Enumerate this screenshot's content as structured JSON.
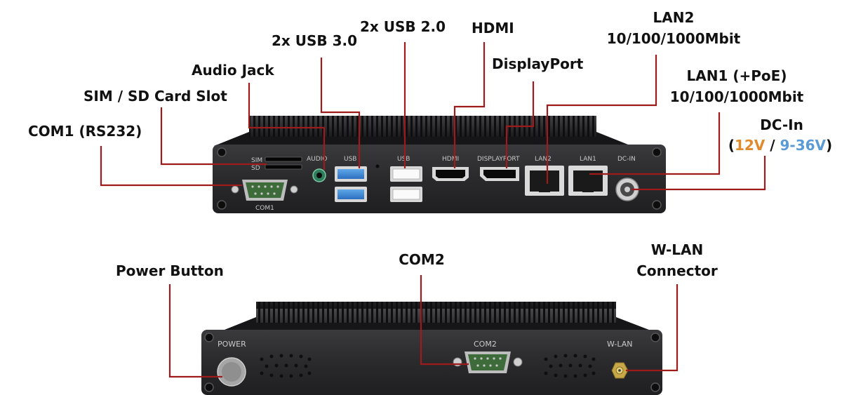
{
  "colors": {
    "leader": "#9e1b1b",
    "label": "#111111",
    "accent_orange": "#e08a2c",
    "accent_blue": "#5b9bd5",
    "chassis": "#2b2b2d",
    "fins": "#1b1b1d"
  },
  "front_panel": {
    "callouts": {
      "com1": "COM1 (RS232)",
      "sim_sd": "SIM / SD Card Slot",
      "audio": "Audio Jack",
      "usb3": "2x USB 3.0",
      "usb2": "2x USB 2.0",
      "hdmi": "HDMI",
      "displayport": "DisplayPort",
      "lan2_line1": "LAN2",
      "lan2_line2": "10/100/1000Mbit",
      "lan1_line1": "LAN1 (+PoE)",
      "lan1_line2": "10/100/1000Mbit",
      "dcin_title": "DC-In",
      "dcin_open": "(",
      "dcin_12v": "12V",
      "dcin_sep": " / ",
      "dcin_range": "9-36V",
      "dcin_close": ")"
    },
    "silkscreen": {
      "sim": "SIM",
      "sd": "SD",
      "audio": "AUDIO",
      "usb_a": "USB",
      "usb_b": "USB",
      "hdmi": "HDMI",
      "displayport": "DISPLAYPORT",
      "lan2": "LAN2",
      "lan1": "LAN1",
      "dcin": "DC-IN",
      "com1": "COM1"
    }
  },
  "rear_panel": {
    "callouts": {
      "power": "Power Button",
      "com2": "COM2",
      "wlan_line1": "W-LAN",
      "wlan_line2": "Connector"
    },
    "silkscreen": {
      "power": "POWER",
      "com2": "COM2",
      "wlan": "W-LAN"
    }
  }
}
